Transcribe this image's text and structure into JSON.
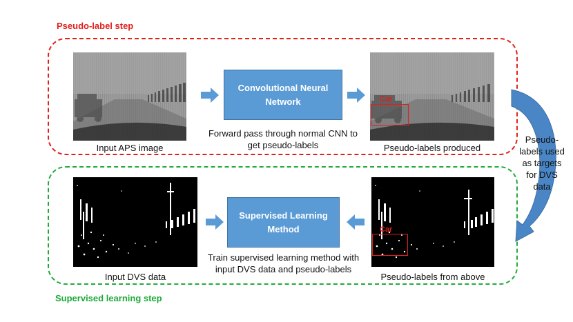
{
  "pseudo_step": {
    "title": "Pseudo-label step",
    "input_caption": "Input APS image",
    "process_label": "Convolutional Neural Network",
    "process_desc": "Forward pass through normal CNN to get pseudo-labels",
    "output_caption": "Pseudo-labels produced",
    "box_label": "Car"
  },
  "transfer_note": "Pseudo-labels used as targets for DVS data",
  "supervised_step": {
    "title": "Supervised learning step",
    "input_caption": "Input DVS data",
    "process_label": "Supervised Learning Method",
    "process_desc": "Train supervised learning method with input DVS data and pseudo-labels",
    "output_caption": "Pseudo-labels from above",
    "box_label": "Car"
  },
  "colors": {
    "pseudo_accent": "#e0201b",
    "supervised_accent": "#1faa3a",
    "process_fill": "#5b9bd5"
  }
}
